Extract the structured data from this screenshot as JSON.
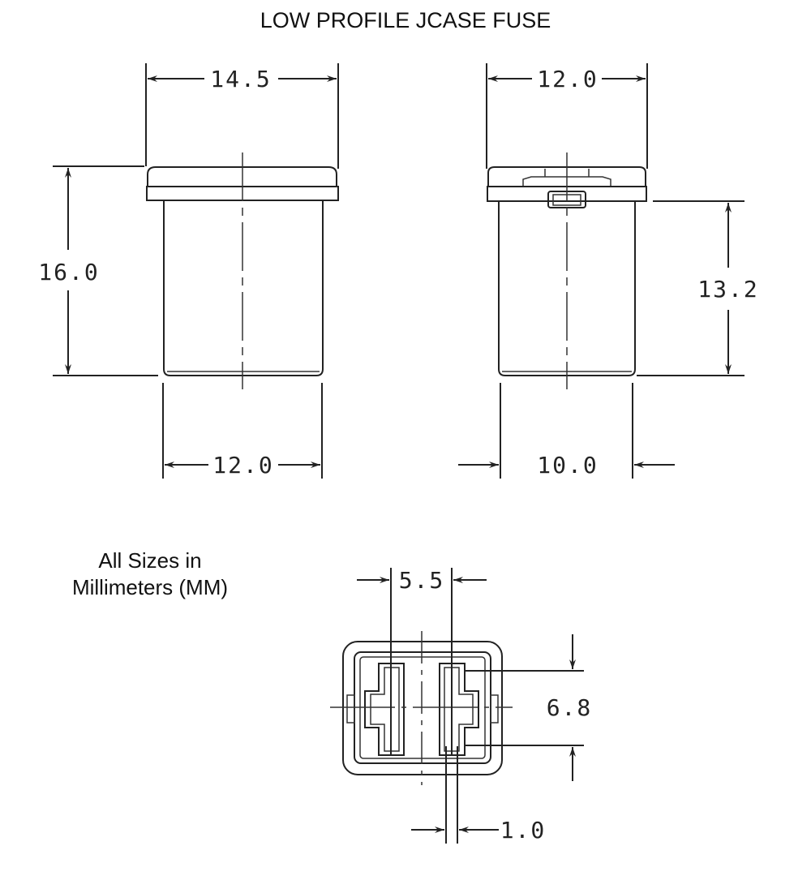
{
  "title": "LOW PROFILE JCASE FUSE",
  "units_note": {
    "line1": "All Sizes in",
    "line2": "Millimeters (MM)"
  },
  "front_view": {
    "top_width": "14.5",
    "overall_height": "16.0",
    "bottom_width": "12.0"
  },
  "side_view": {
    "top_width": "12.0",
    "body_height": "13.2",
    "bottom_width": "10.0"
  },
  "bottom_view": {
    "terminal_spacing": "5.5",
    "terminal_length": "6.8",
    "terminal_thickness": "1.0"
  },
  "colors": {
    "line": "#222222",
    "background": "#ffffff"
  }
}
